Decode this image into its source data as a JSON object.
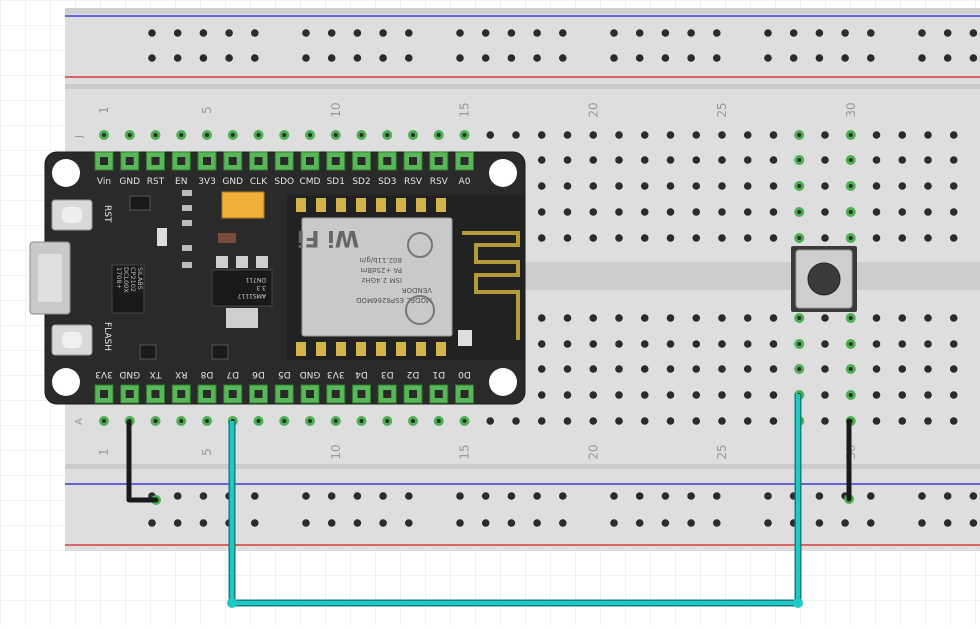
{
  "breadboard": {
    "column_numbers": [
      "1",
      "5",
      "10",
      "15",
      "20",
      "25",
      "30"
    ],
    "row_labels": {
      "top": "J",
      "bottom": "A"
    }
  },
  "nodemcu": {
    "top_pins": [
      "Vin",
      "GND",
      "RST",
      "EN",
      "3V3",
      "GND",
      "CLK",
      "SDO",
      "CMD",
      "SD1",
      "SD2",
      "SD3",
      "RSV",
      "RSV",
      "A0"
    ],
    "bottom_pins": [
      "3V3",
      "GND",
      "TX",
      "RX",
      "D8",
      "D7",
      "D6",
      "D5",
      "GND",
      "3V3",
      "D4",
      "D3",
      "D2",
      "D1",
      "D0"
    ],
    "button_rst": "RST",
    "button_flash": "FLASH",
    "usb_chip": [
      "SILABS",
      "CP2102",
      "DCL00X",
      "1708+"
    ],
    "regulator": [
      "AMS1117",
      "3.3",
      "DN711"
    ],
    "module": {
      "model_label": "MODEL",
      "model": "ESP8266MOD",
      "vendor_label": "VENDOR",
      "fcc_lines": [
        "ISM 2.4GHz",
        "PA +25dBm",
        "802.11b/g/n"
      ],
      "wifi": "Wi Fi"
    }
  },
  "components": {
    "push_button": "tactile push button"
  },
  "colors": {
    "rail_blue": "#3b3bd8",
    "rail_red": "#d83b3b",
    "wire_cyan": "#20c8c4",
    "wire_black": "#1a1a1a",
    "board": "#2a2a2a",
    "pin_green": "#4caf50"
  }
}
